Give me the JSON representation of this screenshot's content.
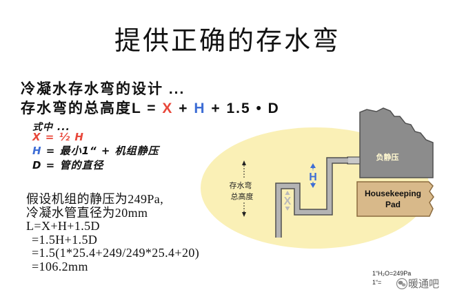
{
  "slide": {
    "title": "提供正确的存水弯",
    "heading": "冷凝水存水弯的设计 ...",
    "formula": {
      "lead": "存水弯的总高度L = ",
      "x_term": "X",
      "plus": " + ",
      "h_term": "H",
      "tail": " + 1.5 • D"
    },
    "definitions": {
      "intro": "式中 ...",
      "x_def": "X = ½ H",
      "h_symbol": "H",
      "h_def": " = 最小1“ + 机组静压",
      "d_def": "D = 管的直径"
    },
    "calculation": [
      "假设机组的静压为249Pa,",
      "冷凝水管直径为20mm",
      "L=X+H+1.5D",
      "=1.5H+1.5D",
      "=1.5(1*25.4+249/249*25.4+20)",
      "=106.2mm"
    ]
  },
  "diagram": {
    "equipment_label": "负静压",
    "pad_label_line1": "Housekeeping",
    "pad_label_line2": "Pad",
    "total_height_line1": "存水弯",
    "total_height_line2": "总高度",
    "h_marker": "H",
    "x_marker": "X"
  },
  "notes": {
    "water_column": "1“H₂O=249Pa",
    "inch": "1“="
  },
  "watermark": {
    "text": "暖通吧",
    "icon": "wechat-icon"
  },
  "colors": {
    "x_red": "#E8473A",
    "h_blue": "#3D6DD5",
    "ellipse_fill": "#FAF0B6",
    "equipment_gray": "#8C8C8C",
    "pad_tan": "#D8B98A",
    "pipe_gray": "#B4B4B4",
    "x_marker_gray": "#B9B9B9"
  }
}
